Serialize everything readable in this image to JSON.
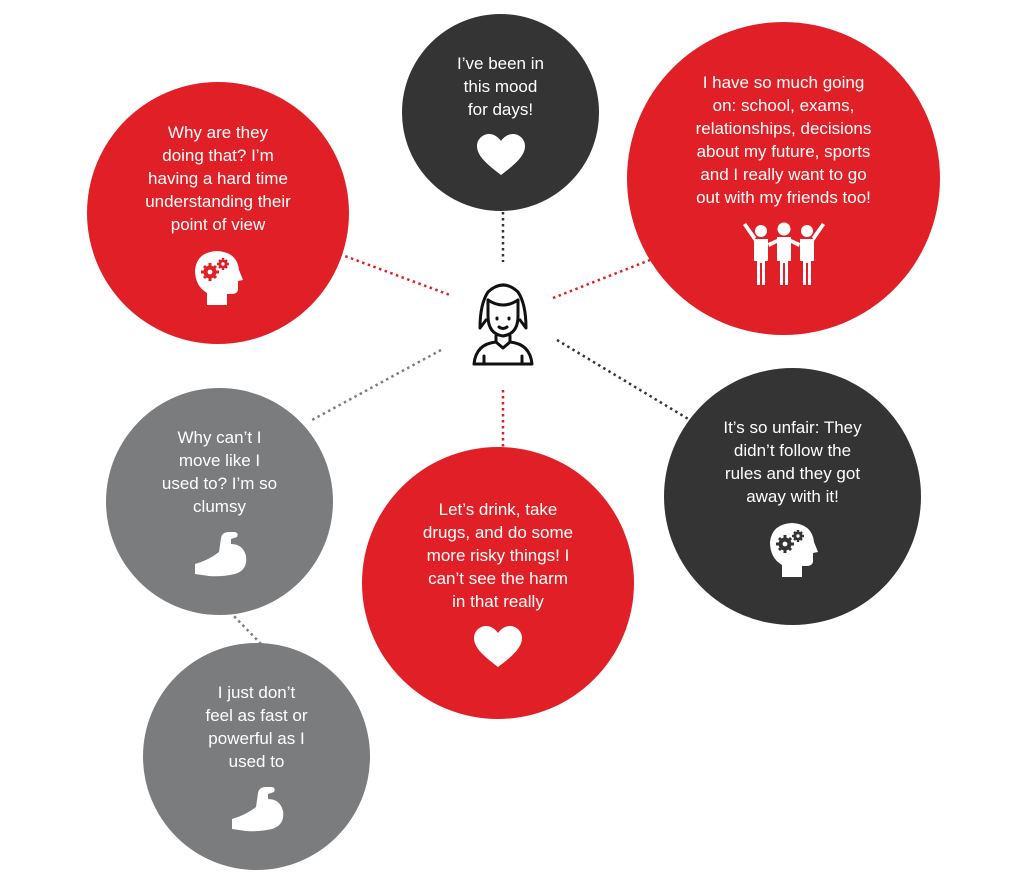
{
  "colors": {
    "red": "#e11f27",
    "dark": "#343434",
    "gray": "#7b7c7e",
    "white": "#ffffff"
  },
  "center": {
    "icon": "teen-girl-icon"
  },
  "bubbles": [
    {
      "id": "mood",
      "text": "I’ve been in\nthis mood\nfor days!",
      "color": "dark",
      "icon": "heart-icon"
    },
    {
      "id": "view",
      "text": "Why are they\ndoing that? I’m\nhaving a hard time\nunderstanding their\npoint of view",
      "color": "red",
      "icon": "head-gears-icon"
    },
    {
      "id": "busy",
      "text": "I have so much going\non: school, exams,\nrelationships, decisions\nabout my future, sports\nand I really want to go\nout with my friends too!",
      "color": "red",
      "icon": "group-cheering-icon"
    },
    {
      "id": "unfair",
      "text": "It’s so unfair: They\ndidn’t follow the\nrules and they got\naway with it!",
      "color": "dark",
      "icon": "head-gears-icon"
    },
    {
      "id": "clumsy",
      "text": "Why can’t I\nmove like I\nused to? I’m so\nclumsy",
      "color": "gray",
      "icon": "flexed-arm-icon"
    },
    {
      "id": "risky",
      "text": "Let’s drink, take\ndrugs, and do some\nmore risky things! I\ncan’t see the harm\nin that really",
      "color": "red",
      "icon": "heart-icon"
    },
    {
      "id": "power",
      "text": "I just don’t\nfeel as fast or\npowerful as I\nused to",
      "color": "gray",
      "icon": "flexed-arm-icon"
    }
  ]
}
